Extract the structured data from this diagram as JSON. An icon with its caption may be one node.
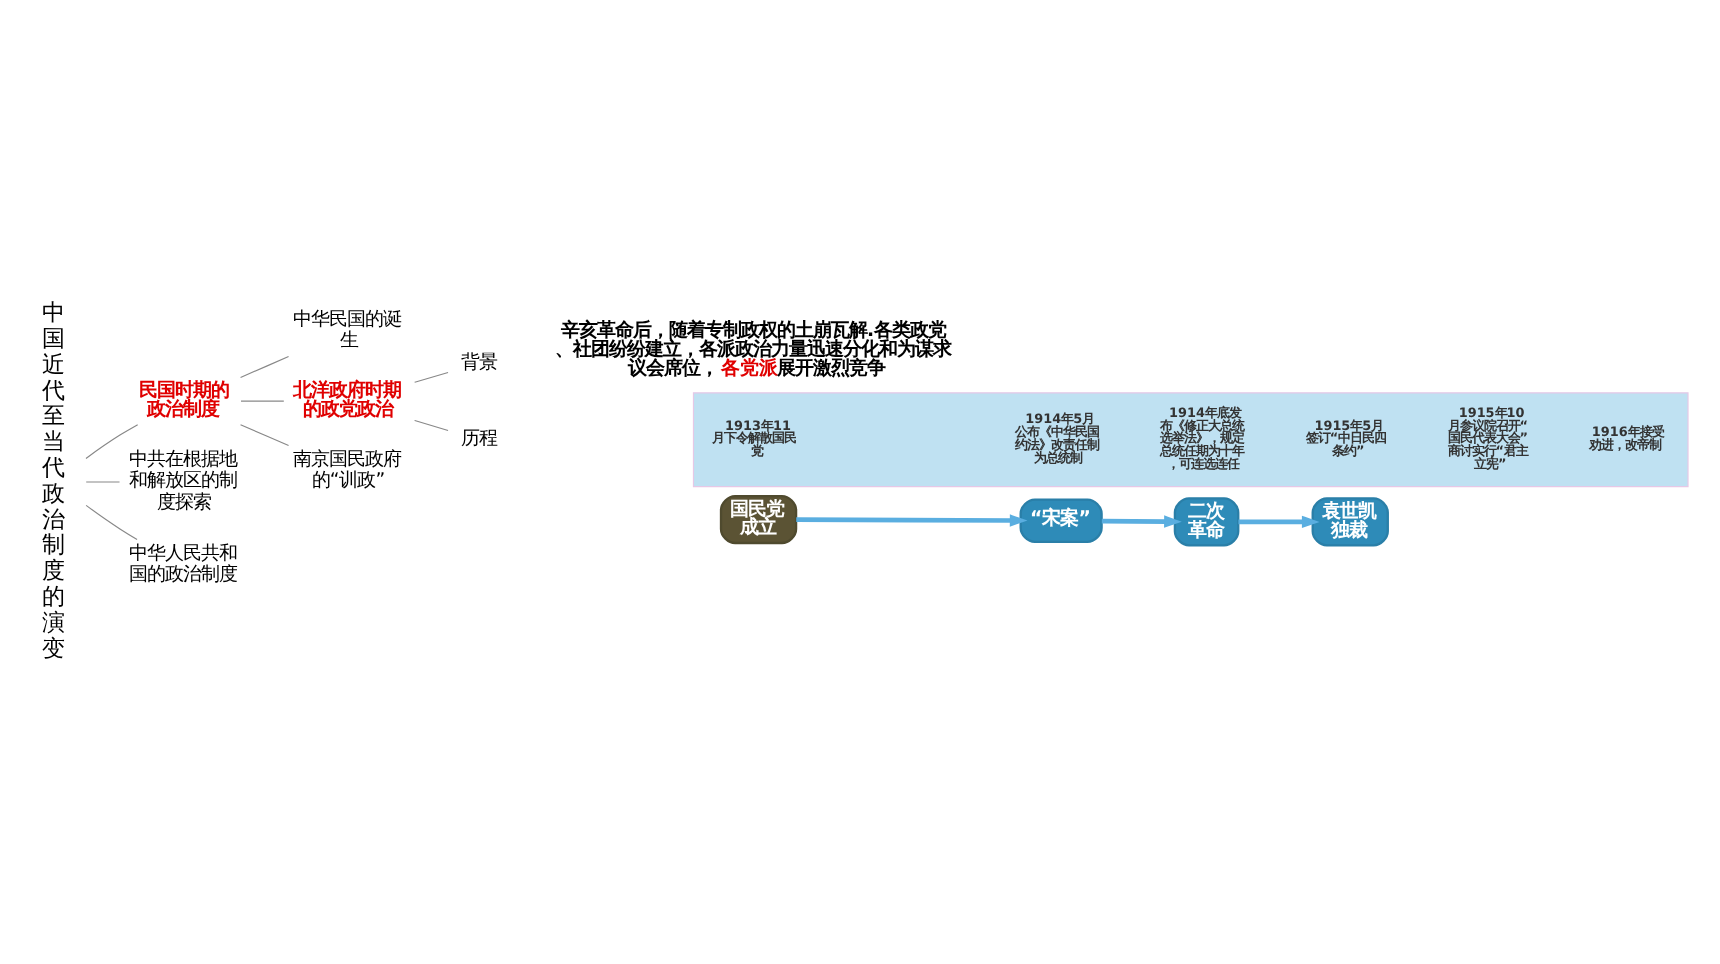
{
  "diagram": {
    "nodes": [
      {
        "text": [
          "中国近代至当代政治制度的演变"
        ]
      },
      {
        "text": [
          "民国时期的政治制度"
        ]
      },
      {
        "text": [
          "中共在根据地和解放区的制度探索"
        ]
      },
      {
        "text": [
          "中华人民共和国的政治制度"
        ]
      },
      {
        "text": [
          "中华民国的诞生"
        ]
      },
      {
        "text": [
          "北洋政府时期的政党政治"
        ]
      },
      {
        "text": [
          "南京国民政府的“训政”"
        ]
      },
      {
        "text": [
          "背景"
        ]
      },
      {
        "text": [
          "历程"
        ]
      },
      {
        "text": [
          "辛亥革命后，随着专制政权的土崩瓦解.各类政党、社团纷纷建立，各派政治力量迅速分化和为谋求议会席位，**各党派**展开激烈竞争"
        ]
      },
      {
        "text": [
          "国民党成立"
        ]
      },
      {
        "text": [
          "“宋案”"
        ]
      },
      {
        "text": [
          "二次革命"
        ]
      },
      {
        "text": [
          "袁世凯独裁"
        ]
      },
      {
        "text": [],
        "shape": "box"
      },
      {
        "text": [
          "1913年11月下令解散国民党"
        ],
        "in": 14
      },
      {
        "text": [
          "1914年5月公布《中华民国约法》改责任制为总统制"
        ],
        "in": 14
      },
      {
        "text": [
          "1914年底发布《修正大总统选举法》，规定总统任期为十年，可连选连任"
        ],
        "in": 14
      },
      {
        "text": [
          "1915年5月签订“中日民四条约”"
        ],
        "in": 14
      },
      {
        "text": [
          "1915年10月参议院召开“国民代表大会”商讨实行“君主立宪”"
        ],
        "in": 14
      },
      {
        "text": [
          "1916年接受劝进，改帝制"
        ],
        "in": 14
      }
    ],
    "edges": [
      {
        "from": 0,
        "to": 1,
        "arrow": "none"
      },
      {
        "from": 0,
        "to": 2,
        "arrow": "none"
      },
      {
        "from": 0,
        "to": 3,
        "arrow": "none"
      },
      {
        "from": 1,
        "to": 4,
        "arrow": "none"
      },
      {
        "from": 1,
        "to": 5,
        "arrow": "none"
      },
      {
        "from": 1,
        "to": 6,
        "arrow": "none"
      },
      {
        "from": 5,
        "to": 7,
        "arrow": "none"
      },
      {
        "from": 5,
        "to": 8,
        "arrow": "none"
      },
      {
        "from": 10,
        "to": 11,
        "arrow": "to",
        "style": "thick"
      },
      {
        "from": 11,
        "to": 12,
        "arrow": "to",
        "style": "thick"
      },
      {
        "from": 12,
        "to": 13,
        "arrow": "to",
        "style": "thick"
      }
    ]
  }
}
